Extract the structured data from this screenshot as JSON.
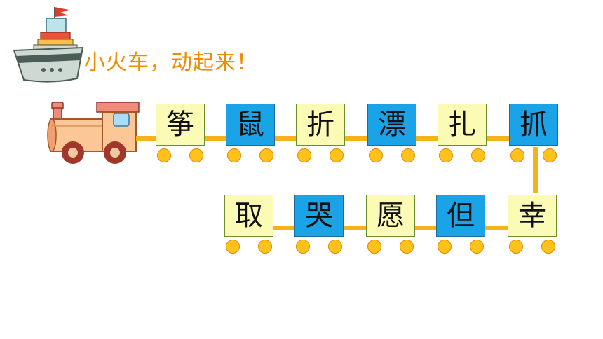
{
  "title": "小火车，动起来！",
  "colors": {
    "title": "#f08c00",
    "car_yellow": "#fbfbb5",
    "car_blue": "#1aa3e6",
    "rail": "#f5b21c",
    "wheel": "#ffc21a"
  },
  "icons": [
    "boat-icon",
    "locomotive-icon"
  ],
  "row1": [
    {
      "char": "筝",
      "color": "yellow"
    },
    {
      "char": "鼠",
      "color": "blue"
    },
    {
      "char": "折",
      "color": "yellow"
    },
    {
      "char": "漂",
      "color": "blue"
    },
    {
      "char": "扎",
      "color": "yellow"
    },
    {
      "char": "抓",
      "color": "blue"
    }
  ],
  "row2": [
    {
      "char": "取",
      "color": "yellow"
    },
    {
      "char": "哭",
      "color": "blue"
    },
    {
      "char": "愿",
      "color": "yellow"
    },
    {
      "char": "但",
      "color": "blue"
    },
    {
      "char": "幸",
      "color": "yellow"
    }
  ]
}
